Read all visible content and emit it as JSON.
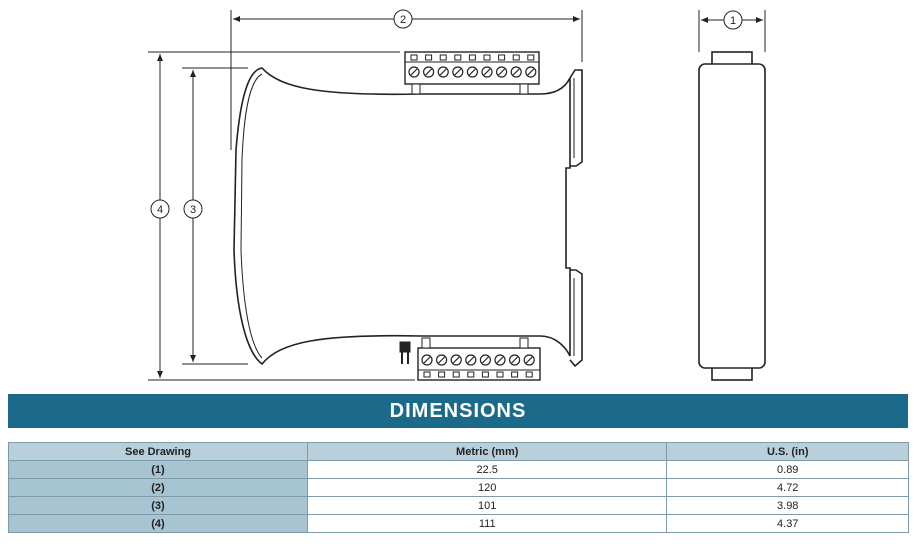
{
  "callouts": {
    "c1": "1",
    "c2": "2",
    "c3": "3",
    "c4": "4"
  },
  "banner": {
    "title": "DIMENSIONS"
  },
  "table": {
    "headers": [
      "See Drawing",
      "Metric (mm)",
      "U.S. (in)"
    ],
    "rows": [
      {
        "ref": "(1)",
        "metric": "22.5",
        "us": "0.89"
      },
      {
        "ref": "(2)",
        "metric": "120",
        "us": "4.72"
      },
      {
        "ref": "(3)",
        "metric": "101",
        "us": "3.98"
      },
      {
        "ref": "(4)",
        "metric": "111",
        "us": "4.37"
      }
    ]
  }
}
